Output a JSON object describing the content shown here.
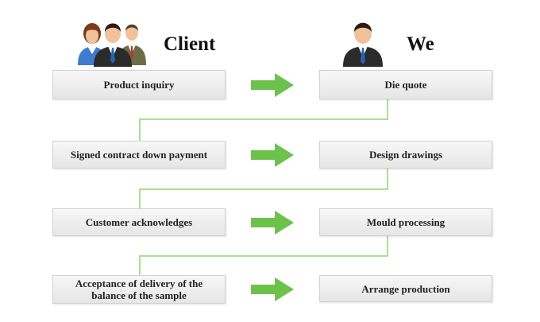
{
  "headers": {
    "client": "Client",
    "we": "We"
  },
  "icons": {
    "client_group": "business-people-group-icon",
    "we_person": "businessman-icon",
    "flow_arrow": "right-arrow-icon"
  },
  "colors": {
    "arrow": "#6cc24a",
    "connector": "#92d36e",
    "box_border": "#d2d2d2"
  },
  "steps": [
    {
      "client": "Product inquiry",
      "we": "Die quote"
    },
    {
      "client": "Signed contract down payment",
      "we": "Design drawings"
    },
    {
      "client": "Customer acknowledges",
      "we": "Mould processing"
    },
    {
      "client": "Acceptance of delivery of the balance of the sample",
      "we": "Arrange production"
    }
  ]
}
